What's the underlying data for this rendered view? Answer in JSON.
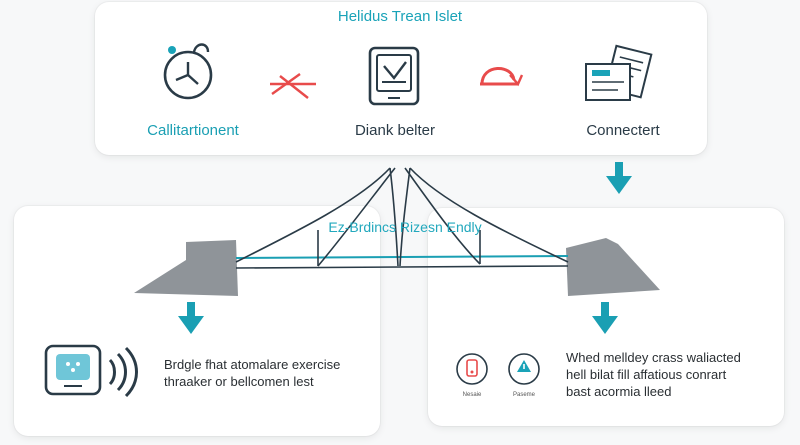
{
  "diagram": {
    "title": "Helidus Trean Islet",
    "bridge_title": "Ez-Brdincs Rizesn Endly",
    "top_steps": [
      {
        "label": "Callitartionent",
        "icon": "clock-pin-icon"
      },
      {
        "label": "",
        "icon": "red-arrow-icon"
      },
      {
        "label": "Diank belter",
        "icon": "tablet-download-icon"
      },
      {
        "label": "",
        "icon": "red-curved-arrow-icon"
      },
      {
        "label": "Connectert",
        "icon": "documents-icon"
      }
    ],
    "left_card": {
      "line1": "Brdgle fhat atomalare exercise",
      "line2": "thraaker or bellcomen lest",
      "icon": "wireless-device-icon"
    },
    "right_card": {
      "line1": "Whed melldey crass waliacted",
      "line2": "hell bilat fill affatious conrart",
      "line3": "bast acormia lleed",
      "badge1_label": "Nesaie",
      "badge2_label": "Paseme",
      "icon1": "phone-badge-icon",
      "icon2": "alert-badge-icon"
    },
    "colors": {
      "teal": "#1aa3b8",
      "red": "#e84b4b",
      "dark": "#2a3b47",
      "grey_pier": "#8f9499"
    }
  }
}
